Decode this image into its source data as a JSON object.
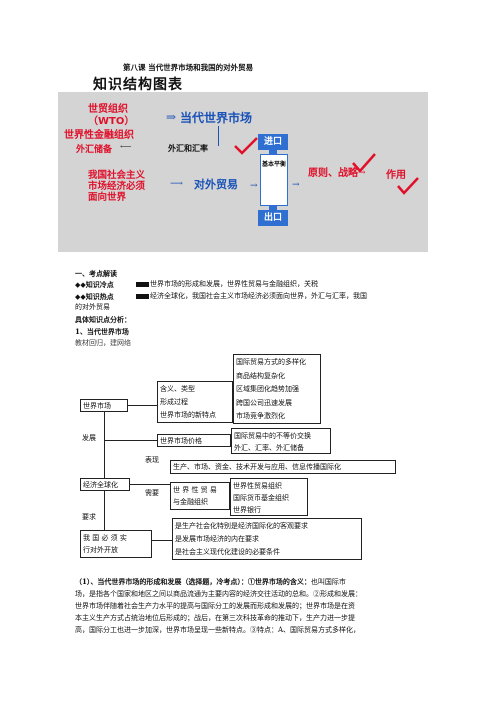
{
  "header": {
    "chapter_title": "第八课  当代世界市场和我国的对外贸易",
    "structure_title": "知识结构图表"
  },
  "diagram": {
    "wto": "世贸组织",
    "wto_abbr": "（WTO）",
    "imf": "世界性金融组织",
    "arrow_symbol": "⇒",
    "world_market": "当代世界市场",
    "forex": "外汇储备",
    "forex_link": "外汇和汇率",
    "socialist_market": [
      "我国社会主义",
      "市场经济必须",
      "面向世界"
    ],
    "foreign_trade": "对外贸易",
    "import": "进口",
    "export": "出口",
    "balance": "基本平衡",
    "principle": "原则、战略",
    "role": "作用",
    "colors": {
      "red": "#e0102a",
      "blue": "#1a52b8",
      "bar": "#2f6fd2",
      "bg": "#d4d4d4"
    }
  },
  "section1": {
    "heading": "一、考点解读",
    "cold_label": "◆◆知识冷点",
    "cold_text": "世界市场的形成和发展，世界性贸易与金融组织，关税",
    "hot_label": "◆◆知识热点",
    "hot_text": "经济全球化，我国社会主义市场经济必须面向世界，外汇与汇率，我国",
    "hot_text_cont": "的对外贸易",
    "analysis": "具体知识点分析：",
    "sub1": "1、当代世界市场",
    "method": "教材回归，建网络"
  },
  "tree": {
    "world_market": "世界市场",
    "development": "发展",
    "globalization": "经济全球化",
    "requirement": "要求",
    "china": [
      "我 国 必 须 实",
      "行对外开放"
    ],
    "content_type": "含义、类型",
    "formation": "形成过程",
    "new_features": "世界市场的新特点",
    "features": [
      "国际贸易方式的多样化",
      "商品结构复杂化",
      "区域集团化趋势加强",
      "跨国公司迅速发展",
      "市场竞争激烈化"
    ],
    "price": "世界市场价格",
    "price_items": [
      "国际贸易中的不等价交换",
      "外汇、汇率、外汇储备"
    ],
    "manifest": "表现",
    "manifest_text": "生产、市场、资金、技术开发与应用、信息传播国际化",
    "need": "需要",
    "orgs_label": [
      "世 界 性 贸 易",
      "与金融组织"
    ],
    "orgs": [
      "世界性贸易组织",
      "国际货币基金组织",
      "世界银行"
    ],
    "reasons": [
      "是生产社会化特别是经济国际化的客观要求",
      "是发展市场经济的内在要求",
      "是社会主义现代化建设的必要条件"
    ]
  },
  "paragraph": {
    "lead": "（1）、当代世界市场的形成和发展（选择题，冷考点）：①世界市场的含义：",
    "line1_tail": "也叫国际市",
    "line2": "场，是指各个国家和地区之间以商品流通为主要内容的经济交往活动的总和。②形成和发展：",
    "line3": "世界市场伴随着社会生产力水平的提高与国际分工的发展而形成和发展的；世界市场是在资",
    "line4": "本主义生产方式占统治地位后形成的；战后，在第三次科技革命的推动下，生产力进一步提",
    "line5": "高，国际分工也进一步加深，世界市场呈现一些新特点。③特点：A、国际贸易方式多样化，"
  }
}
